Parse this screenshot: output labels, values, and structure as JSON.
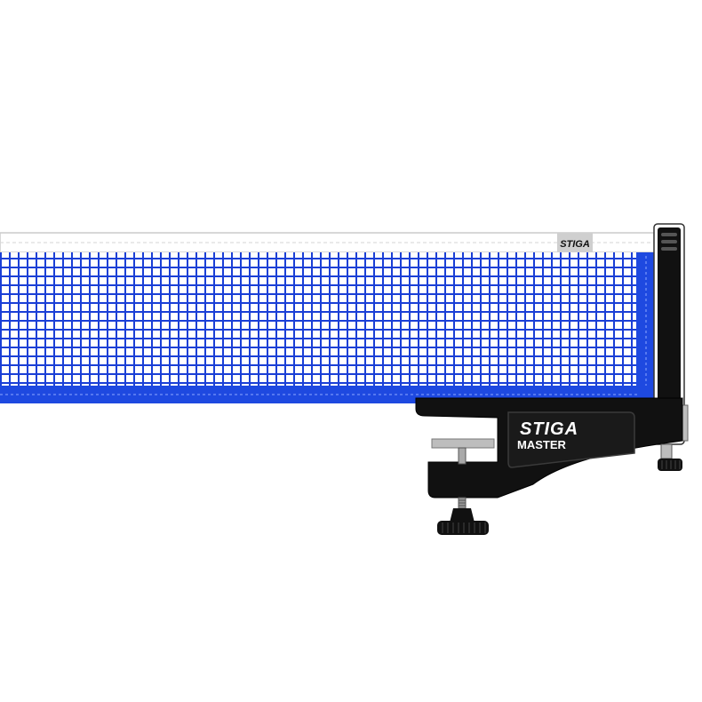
{
  "product": {
    "brand": "STIGA",
    "model": "MASTER",
    "net_tag_brand": "STIGA"
  },
  "colors": {
    "net_blue": "#1a3fd6",
    "net_bottom_band": "#1e49e0",
    "top_tape": "#ffffff",
    "post_black": "#111111",
    "clamp_gray": "#bdbdbd",
    "tag_gray": "#cfcfcf"
  },
  "icons": [
    "net",
    "post",
    "clamp",
    "knob",
    "screw",
    "logo-tag"
  ]
}
